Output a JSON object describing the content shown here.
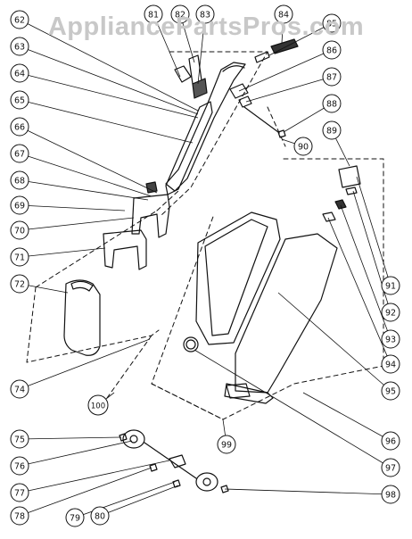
{
  "watermark": "AppliancePartsPros.com",
  "callouts": [
    "62",
    "63",
    "64",
    "65",
    "66",
    "67",
    "68",
    "69",
    "70",
    "71",
    "72",
    "74",
    "75",
    "76",
    "77",
    "78",
    "79",
    "80",
    "81",
    "82",
    "83",
    "84",
    "85",
    "86",
    "87",
    "88",
    "89",
    "90",
    "91",
    "92",
    "93",
    "94",
    "95",
    "96",
    "97",
    "98",
    "99",
    "100"
  ],
  "colors": {
    "ink": "#111111",
    "paper": "#ffffff",
    "watermark": "#c8c8c8"
  }
}
